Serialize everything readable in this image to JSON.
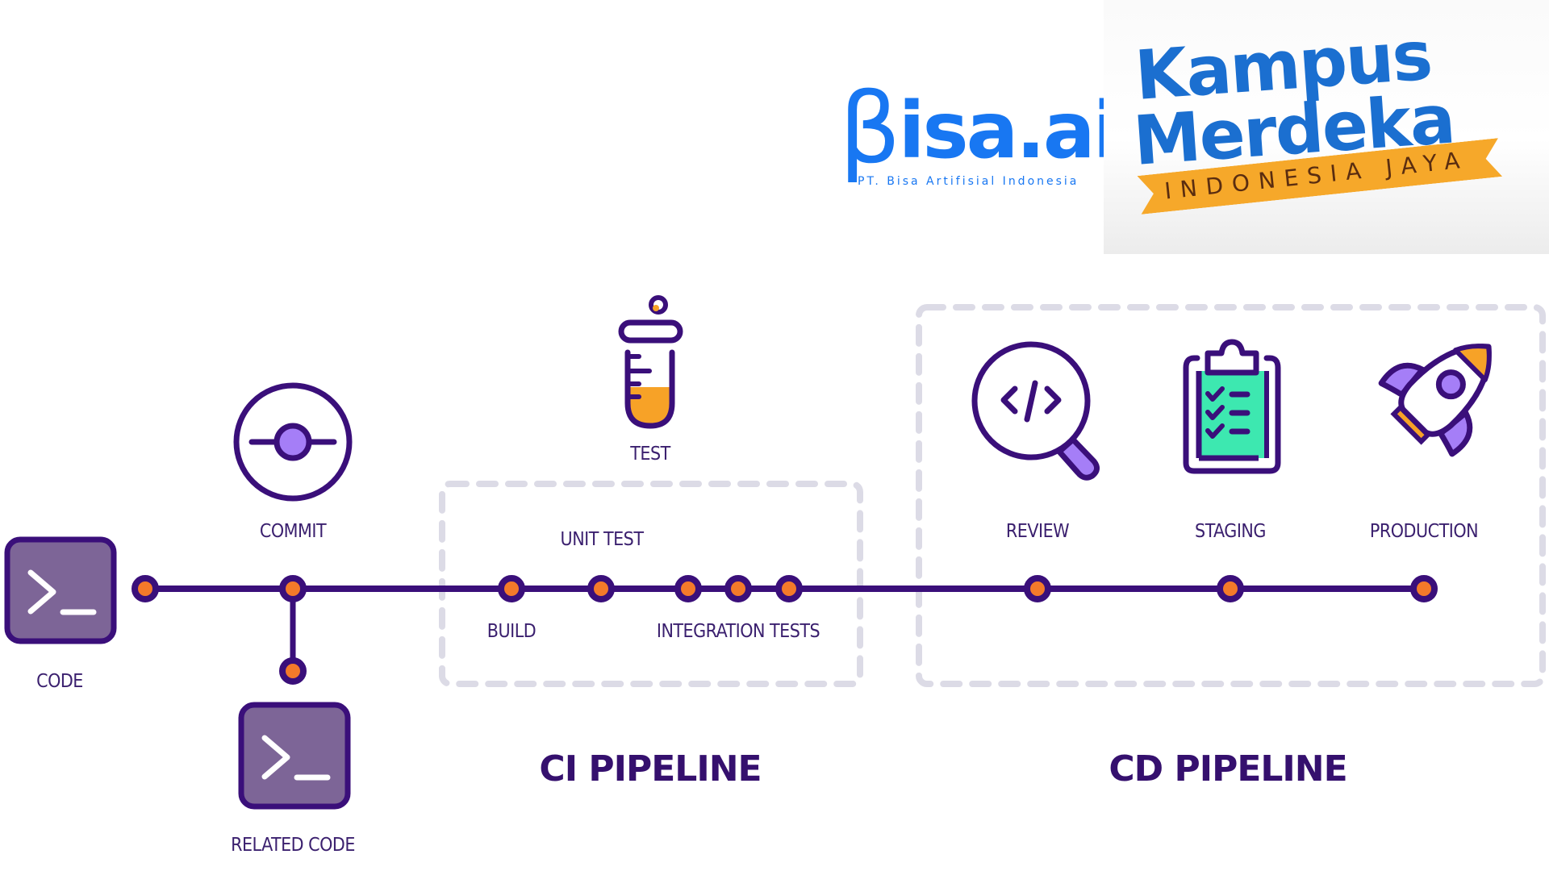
{
  "logos": {
    "bisa": {
      "wordmark": "Bisa.ai",
      "beta_glyph": "β",
      "wordmark_rest": "isa.ai",
      "subtitle": "PT. Bisa Artifisial Indonesia",
      "color": "#1877f2"
    },
    "kampus_merdeka": {
      "line1": "Kampus",
      "line2": "Merdeka",
      "ribbon": "INDONESIA JAYA",
      "text_color": "#1b6fd0",
      "ribbon_color": "#f6a82a"
    }
  },
  "colors": {
    "line": "#3a0f7a",
    "node_fill": "#f47a2a",
    "node_stroke": "#3a0f7a",
    "terminal_fill": "#7d6597",
    "accent_purple": "#a57ef7",
    "accent_orange": "#f7a227",
    "accent_green": "#3de8b0",
    "dashed_box": "#dcdbe6",
    "label": "#3a1f6e"
  },
  "diagram": {
    "stages": {
      "code": "CODE",
      "commit": "COMMIT",
      "related_code": "RELATED CODE",
      "test": "TEST",
      "unit_test": "UNIT TEST",
      "build": "BUILD",
      "integration_tests": "INTEGRATION TESTS",
      "review": "REVIEW",
      "staging": "STAGING",
      "production": "PRODUCTION"
    },
    "groups": {
      "ci": "CI PIPELINE",
      "cd": "CD PIPELINE"
    },
    "icons": [
      {
        "stage": "code",
        "icon": "terminal-icon"
      },
      {
        "stage": "related_code",
        "icon": "terminal-icon"
      },
      {
        "stage": "commit",
        "icon": "git-commit-icon"
      },
      {
        "stage": "test",
        "icon": "test-tube-icon"
      },
      {
        "stage": "review",
        "icon": "code-review-magnifier-icon"
      },
      {
        "stage": "staging",
        "icon": "clipboard-checklist-icon"
      },
      {
        "stage": "production",
        "icon": "rocket-icon"
      }
    ],
    "pipeline_nodes": [
      "start",
      "commit",
      "build",
      "unit_test",
      "integration_1",
      "integration_2",
      "integration_3",
      "review",
      "staging",
      "production"
    ],
    "branch_nodes": [
      "related_code"
    ]
  }
}
